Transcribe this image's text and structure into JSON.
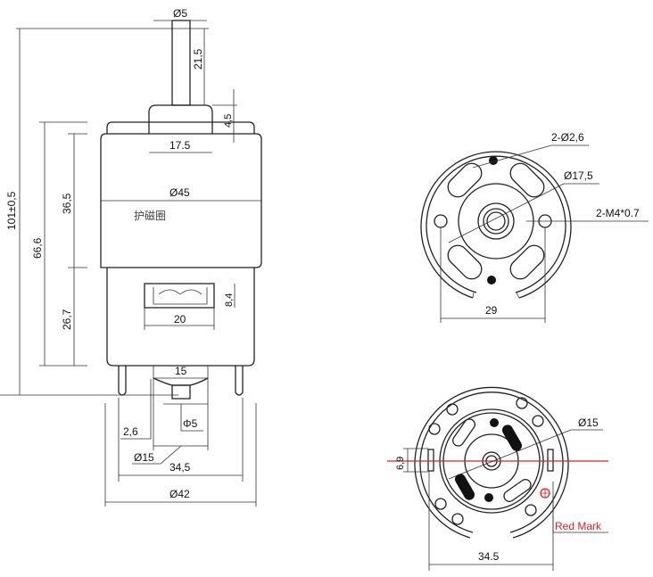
{
  "side_view": {
    "shaft_dia": "Ø5",
    "shaft_length": "21,5",
    "boss_height": "4,5",
    "boss_dia": "17.5",
    "body_dia": "Ø45",
    "body_note": "护磁圈",
    "total_length": "101±0,5",
    "body_length": "66,6",
    "upper_length": "36,5",
    "lower_length": "26,7",
    "window_width": "20",
    "window_height": "8,4",
    "bottom_boss": "15",
    "boss_depth": "2,6",
    "rear_shaft_dia": "Φ5",
    "rear_boss_dia": "Ø15",
    "terminal_spacing": "34,5",
    "rear_dia": "Ø42"
  },
  "front_view": {
    "hole_label": "2-Ø2,6",
    "hub_dia": "Ø17,5",
    "thread_label": "2-M4*0.7",
    "hole_spacing": "29"
  },
  "rear_view": {
    "hub_dia": "Ø15",
    "terminal_width": "6,9",
    "red_mark": "Red Mark",
    "terminal_spacing": "34.5",
    "mark_color": "#e02020"
  }
}
